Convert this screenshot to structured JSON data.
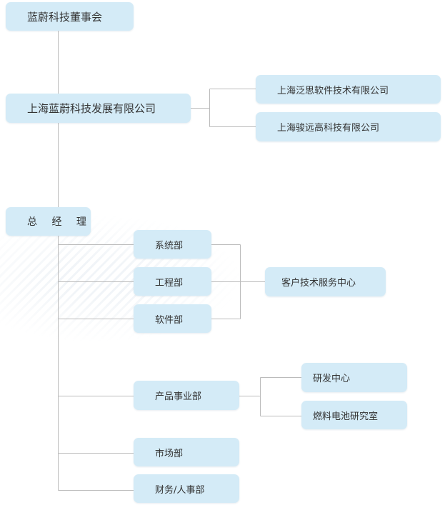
{
  "nodes": {
    "board": "蓝蔚科技董事会",
    "company": "上海蓝蔚科技发展有限公司",
    "subsidiary_1": "上海泛思软件技术有限公司",
    "subsidiary_2": "上海骏远高科技有限公司",
    "gm": "总 经 理",
    "dept_system": "系统部",
    "dept_engineering": "工程部",
    "dept_software": "软件部",
    "service_center": "客户技术服务中心",
    "dept_product": "产品事业部",
    "rnd_center": "研发中心",
    "fuel_cell_lab": "燃料电池研究室",
    "dept_market": "市场部",
    "dept_finance_hr": "财务/人事部"
  },
  "colors": {
    "node_fill": "#d4ebf7",
    "connector": "#bbbbbb",
    "text": "#333333"
  }
}
